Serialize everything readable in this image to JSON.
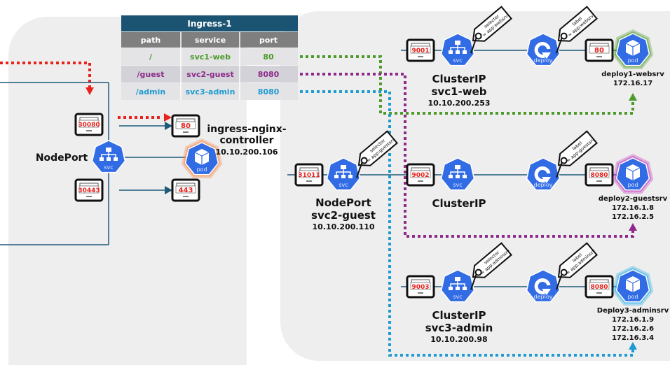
{
  "ingress_table": {
    "title": "Ingress-1",
    "headers": [
      "path",
      "service",
      "port"
    ],
    "rows": [
      {
        "path": "/",
        "service": "svc1-web",
        "port": "80",
        "color": "#4e9a2a"
      },
      {
        "path": "/guest",
        "service": "svc2-guest",
        "port": "8080",
        "color": "#8e2a8a"
      },
      {
        "path": "/admin",
        "service": "svc3-admin",
        "port": "8080",
        "color": "#1f9bd1"
      }
    ]
  },
  "left": {
    "nodeport_label": "NodePort",
    "ports": [
      "30080",
      "30443",
      "80",
      "443"
    ],
    "controller_name_line1": "ingress-nginx-",
    "controller_name_line2": "controller",
    "controller_ip": "10.10.200.106"
  },
  "guest_nodeport": {
    "port": "31011",
    "type": "NodePort",
    "name": "svc2-guest",
    "ip": "10.10.200.110",
    "tag": [
      "selector",
      "= app:guestsrv"
    ]
  },
  "rows": [
    {
      "svc_port": "9001",
      "type": "ClusterIP",
      "name": "svc1-web",
      "ip": "10.10.200.253",
      "selector_tag": [
        "selector",
        "= app:websrv"
      ],
      "label_tag": [
        "label",
        "= app:websrv"
      ],
      "pod_port": "80",
      "deploy_name": "deploy1-websrv",
      "pod_ips": [
        "172.16.17"
      ],
      "glow": "#4e9a2a"
    },
    {
      "svc_port": "9002",
      "type": "ClusterIP",
      "label_tag": [
        "label",
        "= app:guestsrv"
      ],
      "pod_port": "8080",
      "deploy_name": "deploy2-guestsrv",
      "pod_ips": [
        "172.16.1.8",
        "172.16.2.5"
      ],
      "glow": "#c03cc0"
    },
    {
      "svc_port": "9003",
      "type": "ClusterIP",
      "name": "svc3-admin",
      "ip": "10.10.200.98",
      "selector_tag": [
        "selector",
        "= app:adminsrv"
      ],
      "label_tag": [
        "label",
        "= app:adminsrv"
      ],
      "pod_port": "8080",
      "deploy_name": "Deploy3-adminsrv",
      "pod_ips": [
        "172.16.1.9",
        "172.16.2.6",
        "172.16.3.4"
      ],
      "glow": "#2ab0e8"
    }
  ],
  "icons": {
    "svc": "svc",
    "deploy": "deploy",
    "pod": "pod"
  },
  "colors": {
    "k8s_blue": "#326ce5",
    "panel": "#eeeeee",
    "table_title": "#1b5472",
    "table_header": "#7f7f7f",
    "red": "#e8231e",
    "line": "#1f5a7a"
  }
}
